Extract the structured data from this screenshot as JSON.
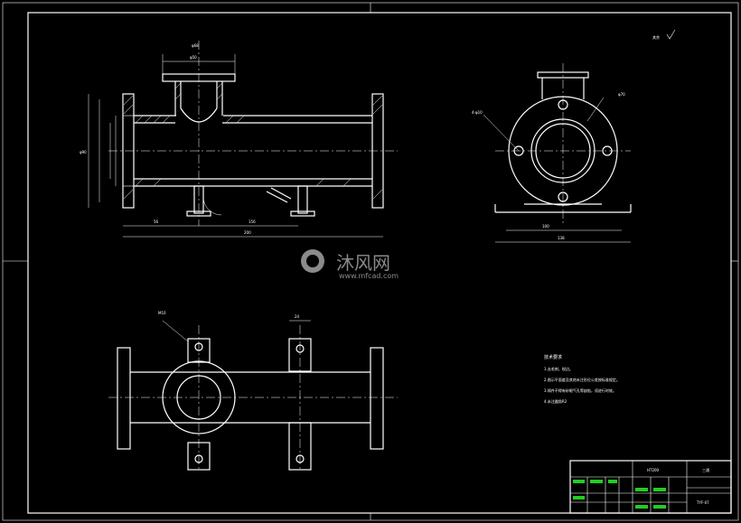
{
  "colors": {
    "background": "#000000",
    "line": "#ffffff",
    "title_block_fields": "#22cc22",
    "watermark": "#8a8a8a"
  },
  "icons": {
    "watermark": "mfcad-logo-icon"
  },
  "watermark": {
    "brand": "沐风网",
    "url": "www.mfcad.com"
  },
  "roughness_note": "其余",
  "tech_requirements": {
    "title": "技术要求",
    "items": [
      "1.去毛刺，锐边。",
      "2.图示平面度及其他未注形位公差按标准规定。",
      "3.铸件不得有砂眼气孔等缺陷，须进行时效。",
      "4.未注圆角R2"
    ]
  },
  "title_block": {
    "drawing_no": "TYF-07",
    "material": "HT200",
    "name": "三通"
  }
}
